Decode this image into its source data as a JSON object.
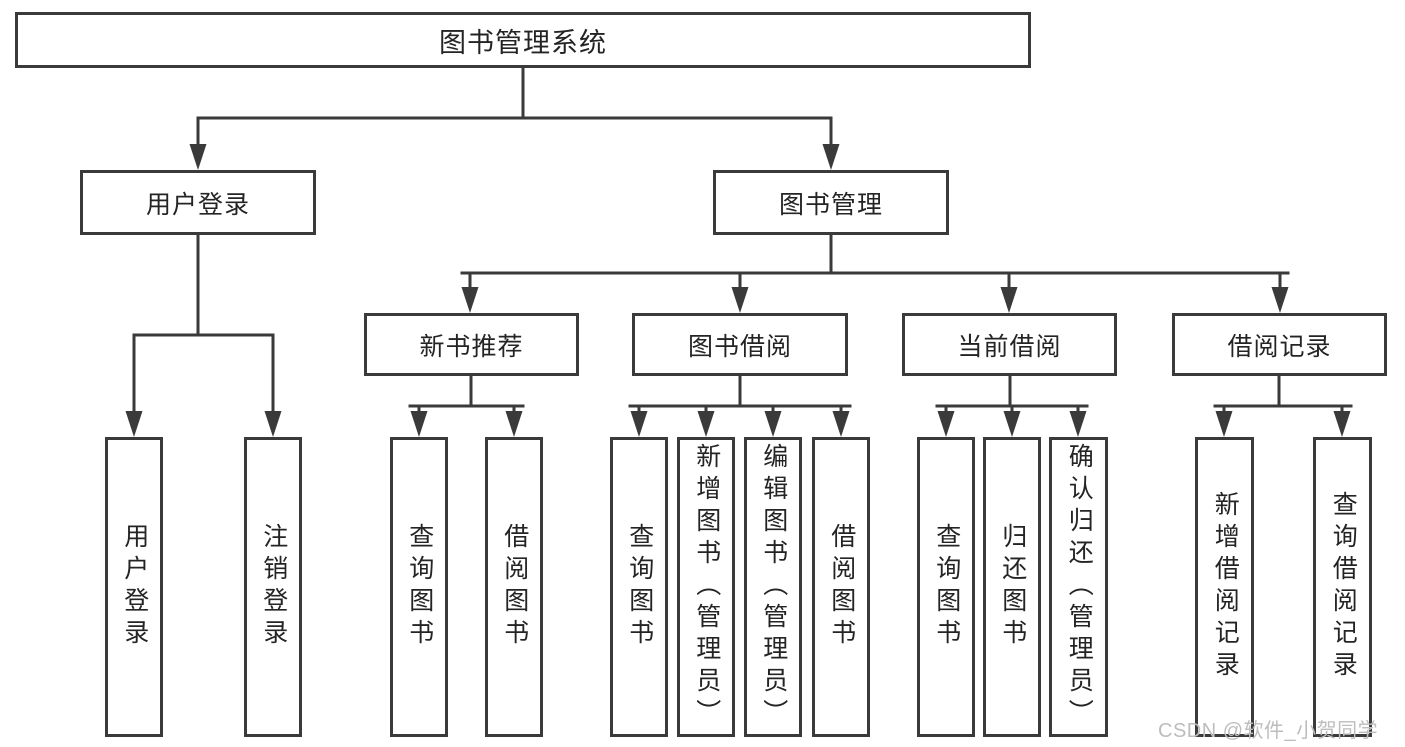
{
  "diagram": {
    "root": "图书管理系统",
    "level2": [
      {
        "label": "用户登录",
        "children": [
          "用户登录",
          "注销登录"
        ]
      },
      {
        "label": "图书管理"
      }
    ],
    "level3": [
      {
        "label": "新书推荐",
        "children": [
          "查询图书",
          "借阅图书"
        ]
      },
      {
        "label": "图书借阅",
        "children": [
          "查询图书",
          "新增图书（管理员）",
          "编辑图书（管理员）",
          "借阅图书"
        ]
      },
      {
        "label": "当前借阅",
        "children": [
          "查询图书",
          "归还图书",
          "确认归还（管理员）"
        ]
      },
      {
        "label": "借阅记录",
        "children": [
          "新增借阅记录",
          "查询借阅记录"
        ]
      }
    ]
  },
  "watermark": "CSDN @软件_小贺同学",
  "colors": {
    "line": "#3a3a3a",
    "text": "#242424",
    "watermark": "#bdbdbd"
  }
}
